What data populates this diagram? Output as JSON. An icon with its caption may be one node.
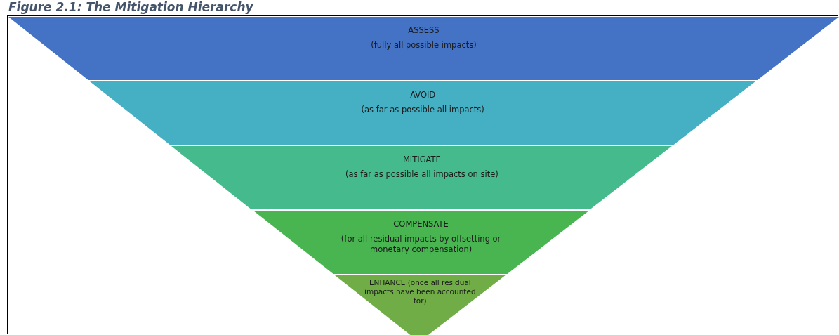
{
  "diagram": {
    "title": "Figure 2.1: The Mitigation Hierarchy",
    "nodes": [
      {
        "text": [
          "ASSESS",
          "(fully all possible impacts)"
        ]
      },
      {
        "text": [
          "AVOID",
          "(as far as possible all impacts)"
        ]
      },
      {
        "text": [
          "MITIGATE",
          "(as far as possible all impacts on site)"
        ]
      },
      {
        "text": [
          "COMPENSATE",
          "(for all residual impacts by offsetting or monetary compensation)"
        ]
      },
      {
        "text": [
          "ENHANCE (once all residual impacts have been accounted for)"
        ]
      }
    ]
  }
}
